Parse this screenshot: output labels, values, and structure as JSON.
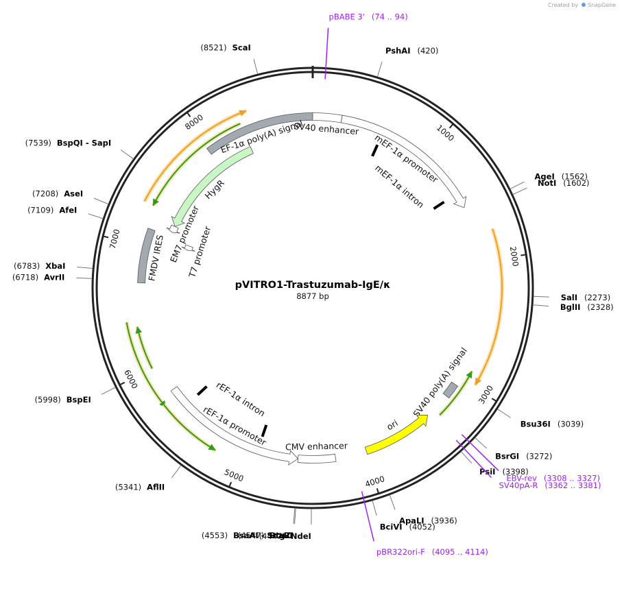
{
  "credit": {
    "prefix": "Created by",
    "brand": "SnapGene"
  },
  "plasmid": {
    "name": "pVITRO1-Trastuzumab-IgE/κ",
    "size_label": "8877 bp",
    "length": 8877
  },
  "ticks": [
    {
      "pos": 1000,
      "label": "1000"
    },
    {
      "pos": 2000,
      "label": "2000"
    },
    {
      "pos": 3000,
      "label": "3000"
    },
    {
      "pos": 4000,
      "label": "4000"
    },
    {
      "pos": 5000,
      "label": "5000"
    },
    {
      "pos": 6000,
      "label": "6000"
    },
    {
      "pos": 7000,
      "label": "7000"
    },
    {
      "pos": 8000,
      "label": "8000"
    }
  ],
  "sites": [
    {
      "id": "scai",
      "name": "ScaI",
      "coord": "(8521)",
      "pos": 8521,
      "side": "left"
    },
    {
      "id": "pshai",
      "name": "PshAI",
      "coord": "(420)",
      "pos": 420,
      "side": "right"
    },
    {
      "id": "agei",
      "name": "AgeI",
      "coord": "(1562)",
      "pos": 1562,
      "side": "right"
    },
    {
      "id": "noti",
      "name": "NotI",
      "coord": "(1602)",
      "pos": 1602,
      "side": "right"
    },
    {
      "id": "sali",
      "name": "SalI",
      "coord": "(2273)",
      "pos": 2273,
      "side": "right"
    },
    {
      "id": "bglii",
      "name": "BglII",
      "coord": "(2328)",
      "pos": 2328,
      "side": "right"
    },
    {
      "id": "bsu36i",
      "name": "Bsu36I",
      "coord": "(3039)",
      "pos": 3039,
      "side": "right"
    },
    {
      "id": "bsrgi",
      "name": "BsrGI",
      "coord": "(3272)",
      "pos": 3272,
      "side": "right"
    },
    {
      "id": "psii",
      "name": "PsiI",
      "coord": "(3398)",
      "pos": 3398,
      "side": "right"
    },
    {
      "id": "apali",
      "name": "ApaLI",
      "coord": "(3936)",
      "pos": 3936,
      "side": "right"
    },
    {
      "id": "bcivi",
      "name": "BciVI",
      "coord": "(4052)",
      "pos": 4052,
      "side": "right"
    },
    {
      "id": "ndei",
      "name": "NdeI",
      "coord": "(4447)",
      "pos": 4447,
      "side": "left"
    },
    {
      "id": "btgzi",
      "name": "BtgZI",
      "coord": "(4547)",
      "pos": 4547,
      "side": "left"
    },
    {
      "id": "bsaai",
      "name": "BsaAI",
      "name2": "SnaBI",
      "coord": "(4553)",
      "pos": 4553,
      "side": "left"
    },
    {
      "id": "aflii",
      "name": "AflII",
      "coord": "(5341)",
      "pos": 5341,
      "side": "left"
    },
    {
      "id": "bspei",
      "name": "BspEI",
      "coord": "(5998)",
      "pos": 5998,
      "side": "left"
    },
    {
      "id": "avrii",
      "name": "AvrII",
      "coord": "(6718)",
      "pos": 6718,
      "side": "left"
    },
    {
      "id": "xbai",
      "name": "XbaI",
      "coord": "(6783)",
      "pos": 6783,
      "side": "left"
    },
    {
      "id": "afei",
      "name": "AfeI",
      "coord": "(7109)",
      "pos": 7109,
      "side": "left"
    },
    {
      "id": "asei",
      "name": "AseI",
      "coord": "(7208)",
      "pos": 7208,
      "side": "left"
    },
    {
      "id": "bspqi",
      "name": "BspQI",
      "name2": "SapI",
      "coord": "(7539)",
      "pos": 7539,
      "side": "left"
    }
  ],
  "primers": [
    {
      "id": "pbabe3",
      "name": "pBABE 3'",
      "coord": "(74 .. 94)",
      "pos": 84
    },
    {
      "id": "ebvrev",
      "name": "EBV-rev",
      "coord": "(3308 .. 3327)",
      "pos": 3317
    },
    {
      "id": "sv40par",
      "name": "SV40pA-R",
      "coord": "(3362 .. 3381)",
      "pos": 3371
    },
    {
      "id": "pbr322ori",
      "name": "pBR322ori-F",
      "coord": "(4095 .. 4114)",
      "pos": 4104
    }
  ],
  "features": [
    {
      "id": "ef1a-polya",
      "label": "EF-1α poly(A) signal",
      "start": 7960,
      "end": 8877,
      "dir": "none",
      "fill": "#a3a9b0",
      "ring": 1
    },
    {
      "id": "sv40-enh",
      "label": "SV40 enhancer",
      "start": 0,
      "end": 240,
      "dir": "none",
      "fill": "#ffffff",
      "ring": 1
    },
    {
      "id": "mef1a-prom",
      "label": "mEF-1α promoter",
      "start": 240,
      "end": 1530,
      "dir": "cw",
      "fill": "#ffffff",
      "ring": 1
    },
    {
      "id": "mef1a-intron",
      "label": "mEF-1α intron",
      "start": 600,
      "end": 1400,
      "dir": "none",
      "fill": "none",
      "ring": 2,
      "intron": true
    },
    {
      "id": "hygr",
      "label": "HygR",
      "start": 7250,
      "end": 8290,
      "dir": "ccw",
      "fill": "#c8f7c5",
      "ring": 2
    },
    {
      "id": "em7-prom",
      "label": "EM7 promoter",
      "start": 7190,
      "end": 7250,
      "dir": "ccw",
      "fill": "#ffffff",
      "ring": 2
    },
    {
      "id": "t7-prom",
      "label": "T7 promoter",
      "start": 7070,
      "end": 7120,
      "dir": "ccw",
      "fill": "#ffffff",
      "ring": 3
    },
    {
      "id": "fmdv-ires",
      "label": "FMDV IRES",
      "start": 6700,
      "end": 7150,
      "dir": "none",
      "fill": "#a3a9b0",
      "ring": 1
    },
    {
      "id": "sv40-polya",
      "label": "SV40 poly(A) signal",
      "start": 3060,
      "end": 3180,
      "dir": "none",
      "fill": "#a3a9b0",
      "ring": 1
    },
    {
      "id": "ori",
      "label": "ori",
      "start": 3400,
      "end": 3990,
      "dir": "ccw",
      "fill": "#ffff00",
      "ring": 1
    },
    {
      "id": "cmv-enh",
      "label": "CMV enhancer",
      "start": 4250,
      "end": 4560,
      "dir": "none",
      "fill": "#ffffff",
      "ring": 1
    },
    {
      "id": "ref1a-prom",
      "label": "rEF-1α promoter",
      "start": 4560,
      "end": 5770,
      "dir": "ccw",
      "fill": "#ffffff",
      "ring": 1
    },
    {
      "id": "ref1a-intron",
      "label": "rEF-1α intron",
      "start": 4900,
      "end": 5600,
      "dir": "none",
      "fill": "none",
      "ring": 2,
      "intron": true
    }
  ],
  "orfs": [
    {
      "id": "orf-a",
      "start": 7330,
      "end": 8370,
      "dir": "cw",
      "r": 276
    },
    {
      "id": "orf-b",
      "start": 7330,
      "end": 8290,
      "dir": "ccw",
      "r": 262
    },
    {
      "id": "orf-c",
      "start": 1770,
      "end": 2980,
      "dir": "cw",
      "r": 276
    },
    {
      "id": "orf-d",
      "start": 2900,
      "end": 3330,
      "dir": "ccw",
      "r": 262
    },
    {
      "id": "orf-e",
      "start": 5690,
      "end": 6400,
      "dir": "ccw",
      "r": 276
    },
    {
      "id": "orf-f",
      "start": 6000,
      "end": 6350,
      "dir": "cw",
      "r": 262
    },
    {
      "id": "orf-g",
      "start": 5200,
      "end": 5720,
      "dir": "ccw",
      "r": 276
    }
  ],
  "colors": {
    "backbone": "#222222",
    "orf": "#f0a020",
    "orf_halo": "#fbe1b0",
    "orf_green": "#2e9e1a",
    "primer": "#a020f0"
  }
}
